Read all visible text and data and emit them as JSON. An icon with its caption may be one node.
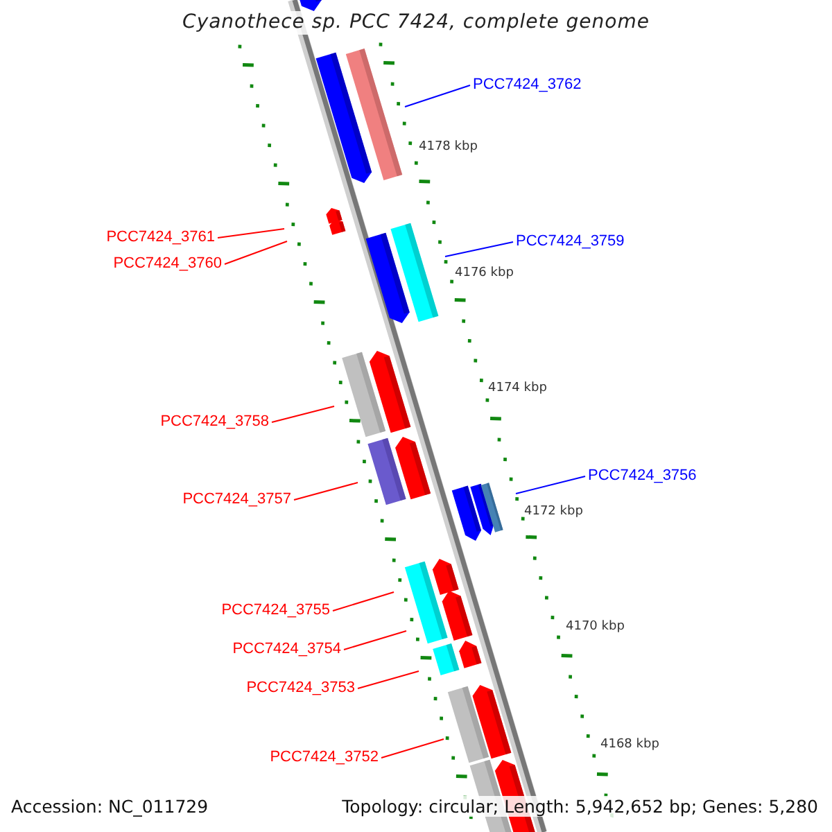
{
  "diagram": {
    "title": "Cyanothece sp. PCC 7424, complete genome",
    "nodes": [
      {
        "text": [
          "PCC7424_3762"
        ]
      },
      {
        "text": [
          "PCC7424_3761"
        ]
      },
      {
        "text": [
          "PCC7424_3760"
        ]
      },
      {
        "text": [
          "PCC7424_3759"
        ]
      },
      {
        "text": [
          "PCC7424_3758"
        ]
      },
      {
        "text": [
          "PCC7424_3757"
        ]
      },
      {
        "text": [
          "PCC7424_3756"
        ]
      },
      {
        "text": [
          "PCC7424_3755"
        ]
      },
      {
        "text": [
          "PCC7424_3754"
        ]
      },
      {
        "text": [
          "PCC7424_3753"
        ]
      },
      {
        "text": [
          "PCC7424_3752"
        ]
      }
    ],
    "edges": [
      {
        "from": 0,
        "to": null,
        "arrow": "none",
        "color": "#0000ff"
      },
      {
        "from": 1,
        "to": null,
        "arrow": "none"
      },
      {
        "from": 2,
        "to": null,
        "arrow": "none"
      },
      {
        "from": 3,
        "to": null,
        "arrow": "none",
        "color": "#0000ff"
      },
      {
        "from": 4,
        "to": null,
        "arrow": "none"
      },
      {
        "from": 5,
        "to": null,
        "arrow": "none"
      },
      {
        "from": 6,
        "to": null,
        "arrow": "none",
        "color": "#0000ff"
      },
      {
        "from": 7,
        "to": null,
        "arrow": "none"
      },
      {
        "from": 8,
        "to": null,
        "arrow": "none"
      },
      {
        "from": 9,
        "to": null,
        "arrow": "none"
      },
      {
        "from": 10,
        "to": null,
        "arrow": "none"
      }
    ],
    "labels": [
      "4178 kbp",
      "4176 kbp",
      "4174 kbp",
      "4172 kbp",
      "4170 kbp",
      "4168 kbp",
      "Accession: NC_011729",
      "Topology: circular; Length: 5,942,652 bp; Genes: 5,280"
    ]
  }
}
